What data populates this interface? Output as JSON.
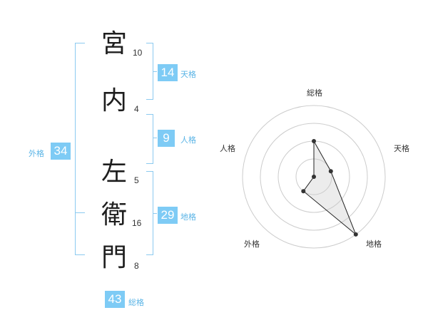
{
  "kanji": [
    "宮",
    "内",
    "左",
    "衛",
    "門"
  ],
  "strokes": [
    "10",
    "4",
    "5",
    "16",
    "8"
  ],
  "ten": {
    "value": "14",
    "label": "天格"
  },
  "jin": {
    "value": "9",
    "label": "人格"
  },
  "chi": {
    "value": "29",
    "label": "地格"
  },
  "gai": {
    "value": "34",
    "label": "外格"
  },
  "sou": {
    "value": "43",
    "label": "総格"
  },
  "colors": {
    "accent": "#7ecbf5",
    "bracket": "#8ccaf0"
  },
  "chart_data": {
    "type": "radar",
    "axes": [
      "総格",
      "天格",
      "地格",
      "外格",
      "人格"
    ],
    "levels": 4,
    "values": [
      2,
      1,
      4,
      1,
      0
    ]
  }
}
